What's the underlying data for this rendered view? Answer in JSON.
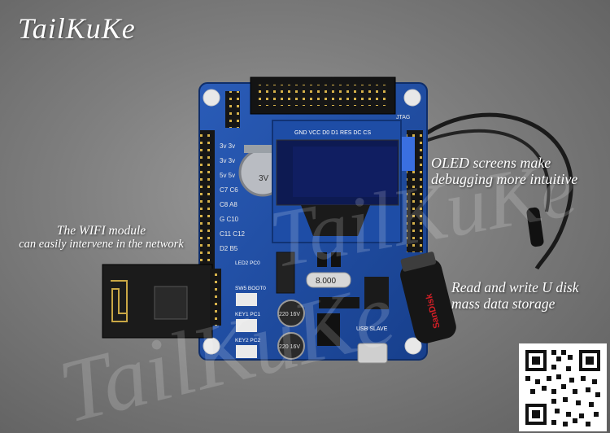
{
  "brand": "TailKuKe",
  "watermark": "TailKuKe",
  "captions": {
    "oled_line1": "OLED screens make",
    "oled_line2": "debugging more intuitive",
    "wifi_line1": "The WIFI module",
    "wifi_line2": "can easily intervene in the network",
    "udisk_line1": "Read and write U disk",
    "udisk_line2": "mass data storage"
  },
  "board_labels": {
    "oled_pins": "GND VCC D0 D1 RES DC CS",
    "crystal": "8.000",
    "usb_slave": "USB SLAVE",
    "key1": "KEY1 PC1",
    "key2": "KEY2 PC2",
    "sw_boot": "SW5 BOOT0",
    "led2": "LED2 PC0",
    "cap_left": "220 16V",
    "cap_right": "220 16V",
    "battery": "3V",
    "jtag": "JTAG",
    "usb_drive": "SanDisk"
  },
  "colors": {
    "board": "#1f4fa3",
    "oled_screen": "#0d1a52",
    "background": "#7e7e7e"
  }
}
